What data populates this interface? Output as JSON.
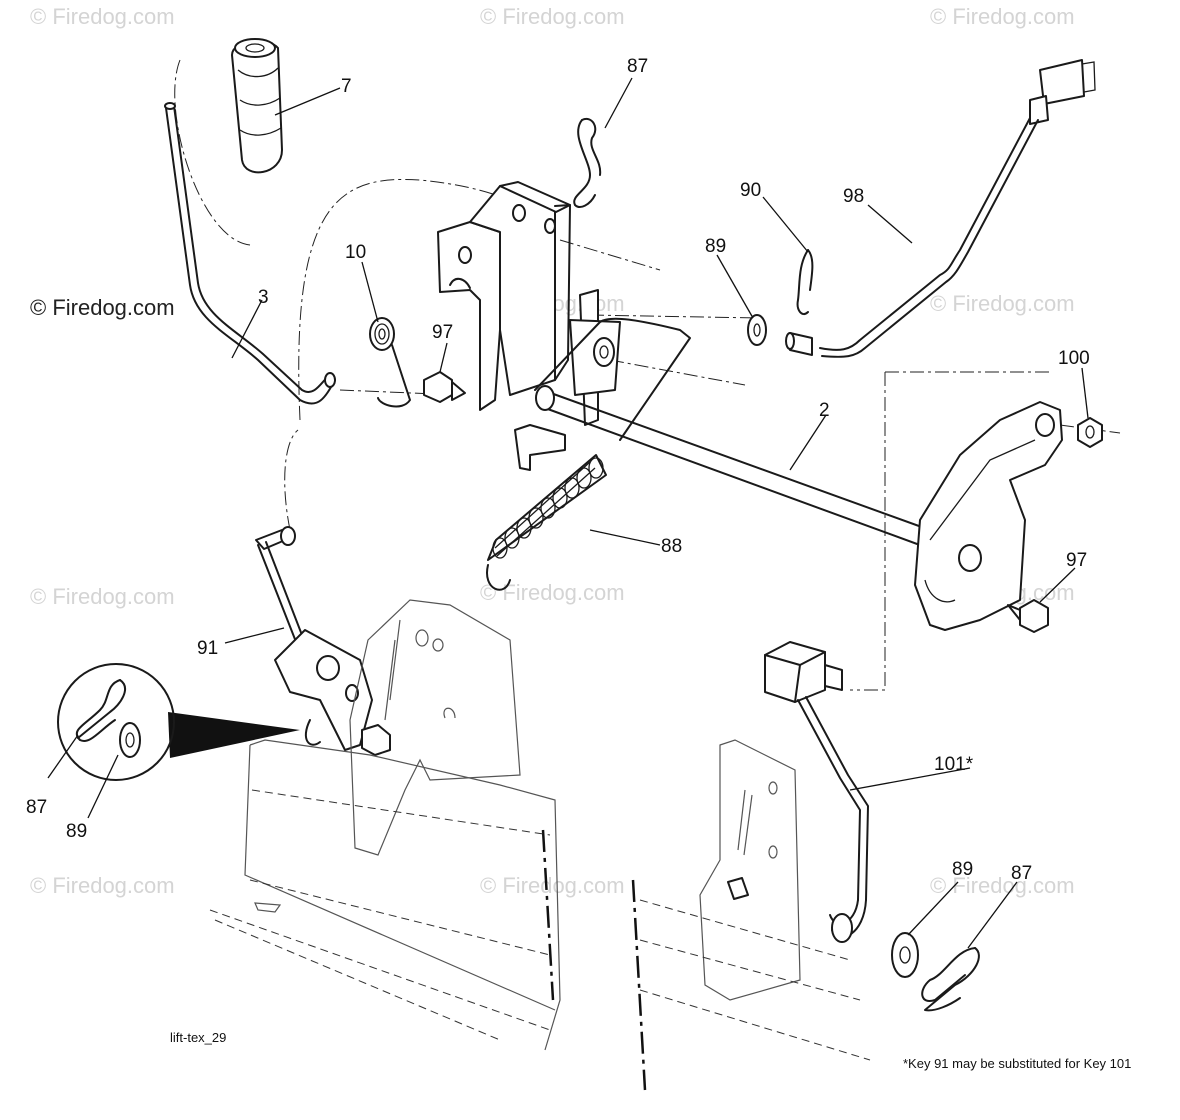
{
  "watermarks": {
    "light": "© Firedog.com",
    "dark": "© Firedog.com"
  },
  "callouts": {
    "p7": "7",
    "p87_top": "87",
    "p90": "90",
    "p98": "98",
    "p89_top": "89",
    "p10": "10",
    "p3": "3",
    "p97_left": "97",
    "p100": "100",
    "p2": "2",
    "p88": "88",
    "p97_right": "97",
    "p91": "91",
    "p87_inset": "87",
    "p89_inset": "89",
    "p101": "101*",
    "p89_bottom": "89",
    "p87_bottom": "87"
  },
  "footer": {
    "drawing_id": "lift-tex_29",
    "note": "*Key 91 may be substituted for Key 101"
  }
}
